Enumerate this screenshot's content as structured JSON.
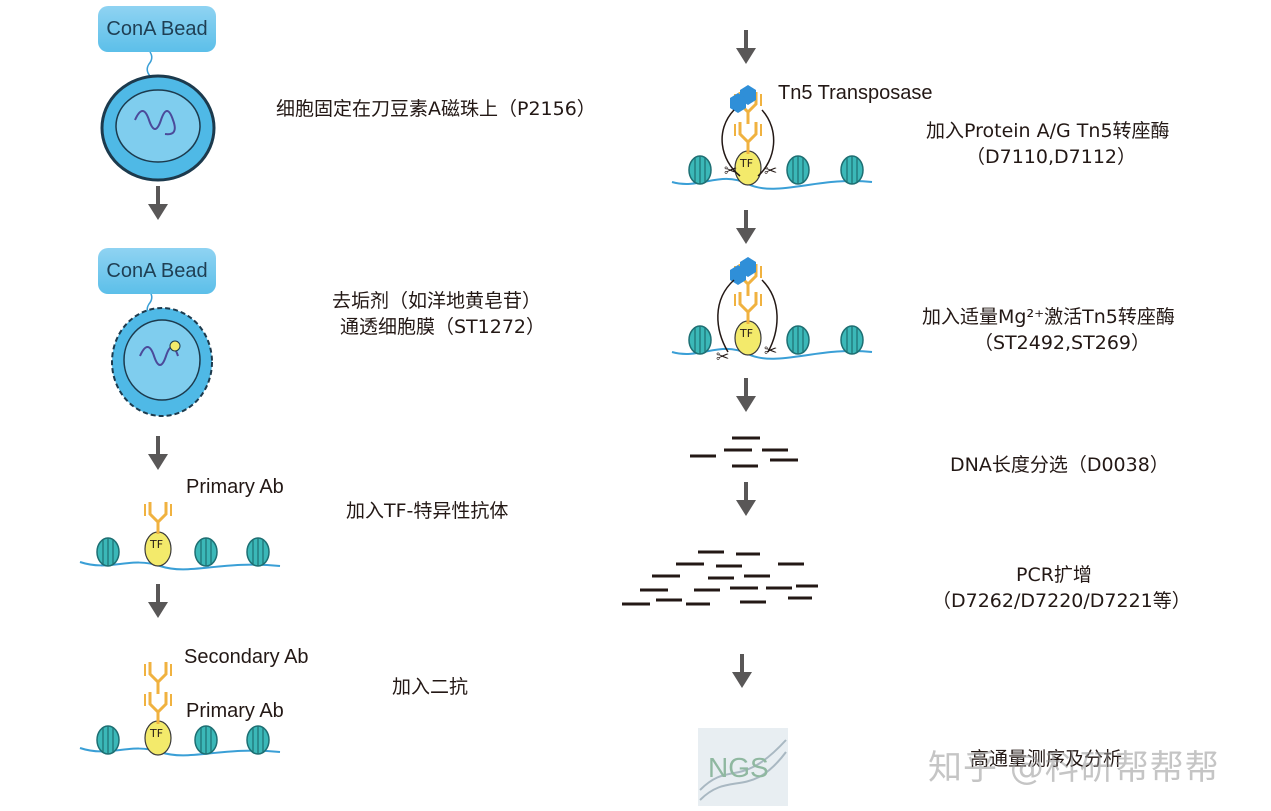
{
  "left_steps": {
    "bead1": "ConA Bead",
    "bead2": "ConA Bead",
    "step1": "细胞固定在刀豆素A磁珠上（P2156）",
    "step2_line1": "去垢剂（如洋地黄皂苷）",
    "step2_line2": "通透细胞膜（ST1272）",
    "primary_ab_a": "Primary Ab",
    "step3": "加入TF-特异性抗体",
    "secondary_ab": "Secondary Ab",
    "primary_ab_b": "Primary Ab",
    "step4": "加入二抗",
    "tf_label": "TF"
  },
  "right_steps": {
    "tn5": "Tn5 Transposase",
    "step5_line1": "加入Protein A/G Tn5转座酶",
    "step5_line2": "（D7110,D7112）",
    "step6_line1": "加入适量Mg²⁺激活Tn5转座酶",
    "step6_line2": "（ST2492,ST269）",
    "step7": "DNA长度分选（D0038）",
    "step8_line1": "PCR扩增",
    "step8_line2": "（D7262/D7220/D7221等）",
    "step9": "高通量测序及分析",
    "ngs": "NGS"
  },
  "watermark": "知乎 @科研帮帮帮",
  "colors": {
    "cell": "#4fb9e6",
    "cell_inner": "#7fcdee",
    "dna": "#3a9fd6",
    "nucleosome": "#3bb8b8",
    "tf": "#f3ea6b",
    "antibody": "#f0b240",
    "tn5": "#2f8fd8",
    "arrow": "#595757",
    "fragment": "#231815"
  }
}
